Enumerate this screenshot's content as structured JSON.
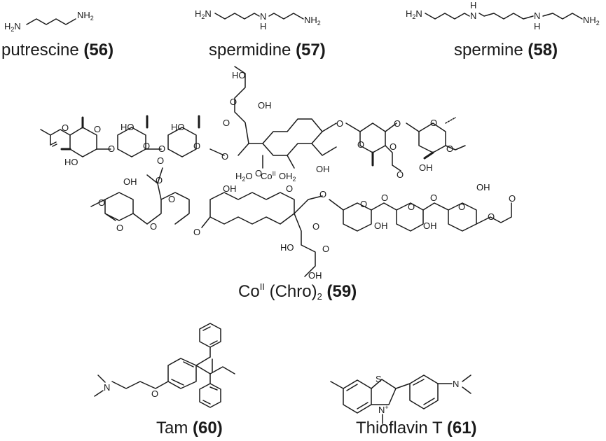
{
  "compounds": [
    {
      "name": "putrescine",
      "number": "(56)"
    },
    {
      "name": "spermidine",
      "number": "(57)"
    },
    {
      "name": "spermine",
      "number": "(58)"
    },
    {
      "name_prefix": "Co",
      "name_sup": "II",
      "name_mid": " (Chro)",
      "name_sub": "2",
      "number": "(59)"
    },
    {
      "name": "Tam",
      "number": "(60)"
    },
    {
      "name": "Thioflavin T",
      "number": "(61)"
    }
  ],
  "atoms": {
    "h2n": "H",
    "h2n_sub": "2",
    "h2n_n": "N",
    "nh2_n": "NH",
    "nh2_sub": "2",
    "n": "N",
    "h": "H",
    "ho": "HO",
    "oh": "OH",
    "o": "O",
    "h2o_a": "H",
    "h2o_sub": "2",
    "h2o_b": "O",
    "co": "Co",
    "co_sup": "II",
    "oh2_a": "OH",
    "oh2_sub": "2",
    "s": "S",
    "nplus": "N",
    "plus": "+"
  }
}
